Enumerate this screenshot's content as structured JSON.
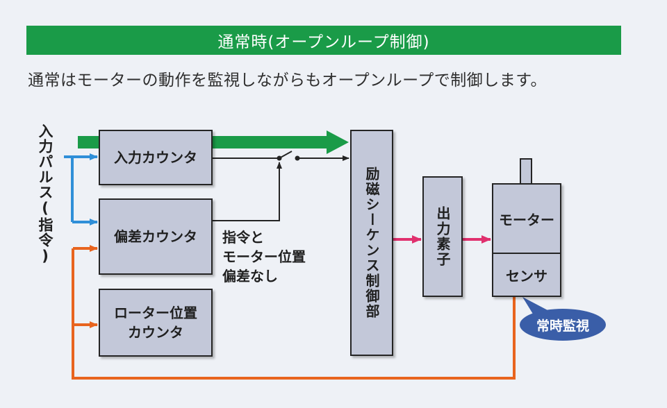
{
  "header": {
    "title": "通常時(オープンループ制御)",
    "subtitle": "通常はモーターの動作を監視しながらもオープンループで制御します。"
  },
  "diagram": {
    "input_label": "入力パルス(指令)",
    "boxes": {
      "input_counter": "入力カウンタ",
      "deviation_counter": "偏差カウンタ",
      "rotor_counter_line1": "ローター位置",
      "rotor_counter_line2": "カウンタ",
      "excitation": "励磁シーケンス制御部",
      "output": "出力素子",
      "motor": "モーター",
      "sensor": "センサ"
    },
    "note_lines": [
      "指令と",
      "モーター位置",
      "偏差なし"
    ],
    "bubble": "常時監視"
  },
  "colors": {
    "banner": "#1a9b48",
    "green_arrow": "#1a9b48",
    "blue_arrow": "#2f8fd8",
    "orange_arrow": "#e8641e",
    "pink_arrow": "#e0306e",
    "box_fill": "#c3c8d9",
    "bubble": "#3a5ea8"
  }
}
